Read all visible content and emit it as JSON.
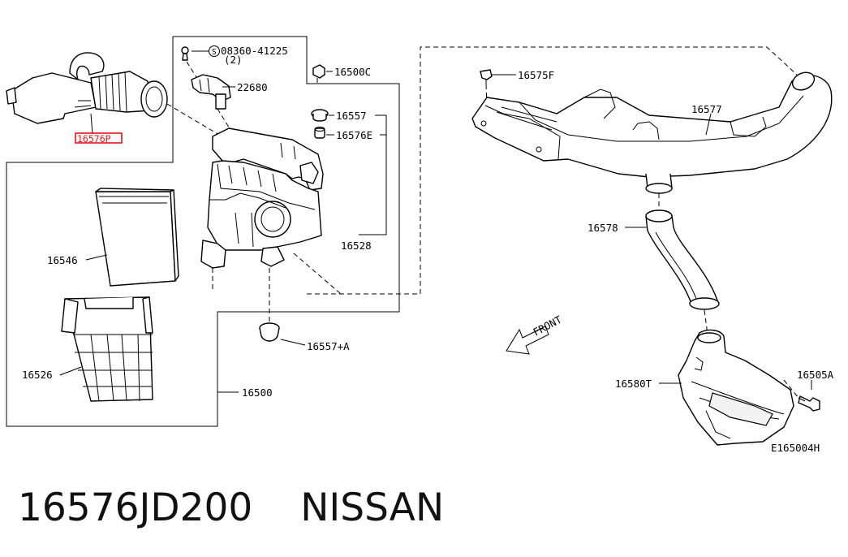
{
  "diagram": {
    "labels": {
      "p16576p": "16576P",
      "p08360": "08360-41225",
      "p08360_qty": "(2)",
      "p22680": "22680",
      "p16500c": "16500C",
      "p16557": "16557",
      "p16576e": "16576E",
      "p16528": "16528",
      "p16546": "16546",
      "p16526": "16526",
      "p16557a": "16557+A",
      "p16500": "16500",
      "p16575f": "16575F",
      "p16577": "16577",
      "p16578": "16578",
      "p16580t": "16580T",
      "p16505a": "16505A",
      "front": "FRONT",
      "drawing_no": "E165004H"
    },
    "highlight_color": "#e8141c"
  },
  "caption": {
    "part_number": "16576JD200",
    "brand": "NISSAN"
  }
}
